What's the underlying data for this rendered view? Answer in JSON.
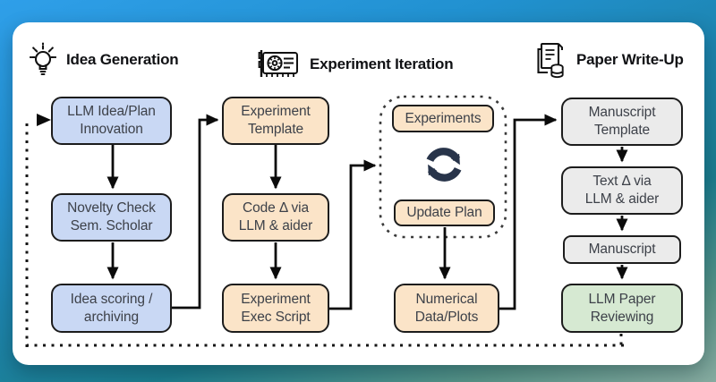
{
  "headers": {
    "idea": {
      "label": "Idea Generation",
      "icon": "lightbulb-icon"
    },
    "experiment": {
      "label": "Experiment Iteration",
      "icon": "gpu-card-icon"
    },
    "paper": {
      "label": "Paper Write-Up",
      "icon": "documents-stack-icon"
    }
  },
  "nodes": {
    "llm_idea": {
      "label": "LLM Idea/Plan\nInnovation",
      "color": "#c9d8f4"
    },
    "novelty": {
      "label": "Novelty Check\nSem. Scholar",
      "color": "#c9d8f4"
    },
    "scoring": {
      "label": "Idea scoring /\narchiving",
      "color": "#c9d8f4"
    },
    "exp_template": {
      "label": "Experiment\nTemplate",
      "color": "#fbe4c8"
    },
    "code_delta": {
      "label": "Code Δ via\nLLM & aider",
      "color": "#fbe4c8"
    },
    "exec_script": {
      "label": "Experiment\nExec Script",
      "color": "#fbe4c8"
    },
    "experiments": {
      "label": "Experiments",
      "color": "#fbe4c8"
    },
    "update_plan": {
      "label": "Update Plan",
      "color": "#fbe4c8"
    },
    "numerical": {
      "label": "Numerical\nData/Plots",
      "color": "#fbe4c8"
    },
    "manuscript_template": {
      "label": "Manuscript\nTemplate",
      "color": "#ebebeb"
    },
    "text_delta": {
      "label": "Text Δ via\nLLM & aider",
      "color": "#ebebeb"
    },
    "manuscript": {
      "label": "Manuscript",
      "color": "#ebebeb"
    },
    "review": {
      "label": "LLM Paper\nReviewing",
      "color": "#d6e9d2"
    }
  },
  "icons": {
    "cycle": "cycle-arrows-icon"
  },
  "colors": {
    "background_top": "#2f9fe9",
    "background_bottom": "#86aba0",
    "card": "#ffffff",
    "idea_box": "#c9d8f4",
    "experiment_box": "#fbe4c8",
    "writeup_box": "#ebebeb",
    "review_box": "#d6e9d2",
    "box_border": "#1c1c1c",
    "connector": "#0b0b0b",
    "cycle_icon": "#28344a"
  }
}
